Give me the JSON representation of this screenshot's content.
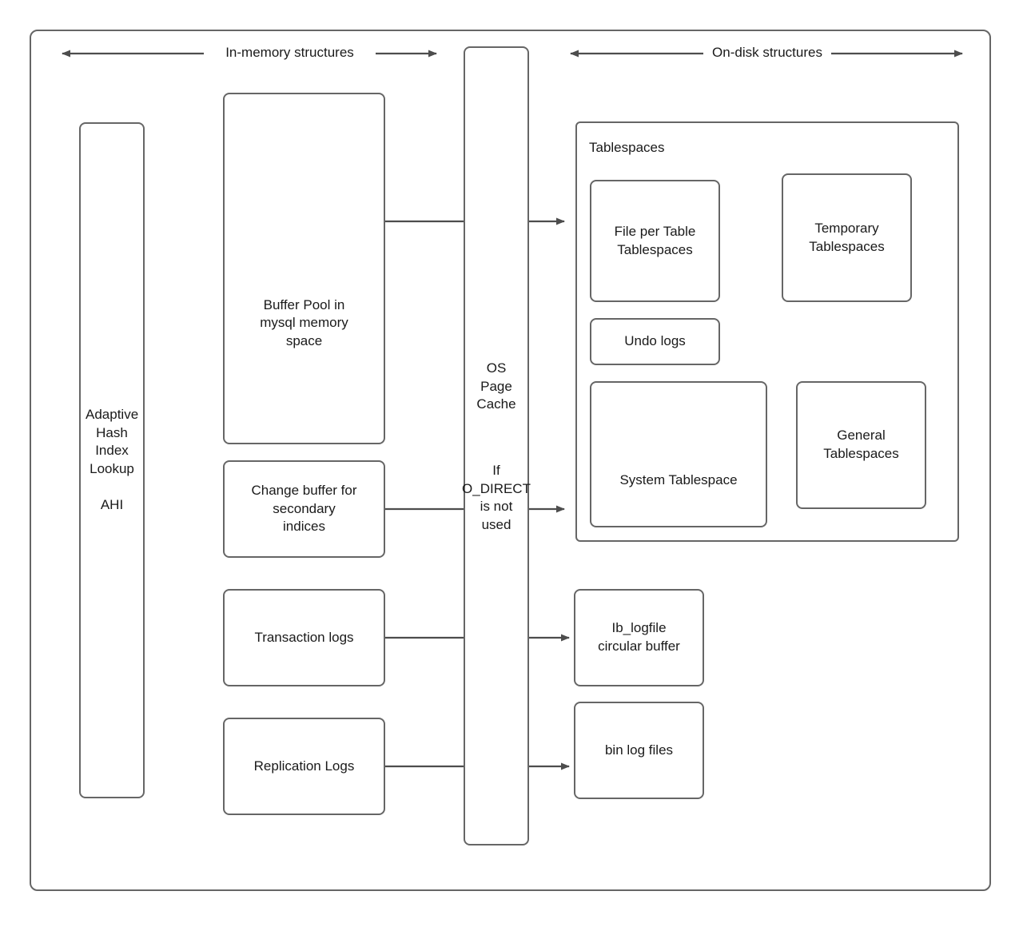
{
  "diagram": {
    "title": "MySQL InnoDB in-memory and on-disk structures",
    "stroke_color": "#666666",
    "text_color": "#1a1a1a",
    "background": "#ffffff"
  },
  "bands": {
    "left_label": "In-memory structures",
    "right_label": "On-disk structures"
  },
  "memory_nodes": {
    "ahi": "Adaptive\nHash\nIndex\nLookup\n\nAHI",
    "buffer_pool": "Buffer Pool in\nmysql memory\nspace",
    "change_buffer": "Change buffer for\nsecondary\nindices",
    "transaction_logs": "Transaction logs",
    "replication_logs": "Replication Logs"
  },
  "page_cache": {
    "title": "OS\nPage\nCache",
    "condition": "If\nO_DIRECT\nis not\nused"
  },
  "disk_nodes": {
    "tablespaces_title": "Tablespaces",
    "file_per_table": "File per Table\nTablespaces",
    "temporary": "Temporary\nTablespaces",
    "undo_logs": "Undo logs",
    "system_tablespace": "System Tablespace",
    "general_tablespaces": "General\nTablespaces",
    "ib_logfile": "Ib_logfile\ncircular buffer",
    "bin_log_files": "bin log files"
  },
  "connectors": [
    {
      "name": "buffer-pool-to-file-per-table",
      "from": "buffer_pool",
      "to": "file_per_table"
    },
    {
      "name": "change-buffer-to-system-tablespace",
      "from": "change_buffer",
      "to": "system_tablespace"
    },
    {
      "name": "transaction-logs-to-ib-logfile",
      "from": "transaction_logs",
      "to": "ib_logfile"
    },
    {
      "name": "replication-logs-to-bin-log-files",
      "from": "replication_logs",
      "to": "bin_log_files"
    }
  ]
}
